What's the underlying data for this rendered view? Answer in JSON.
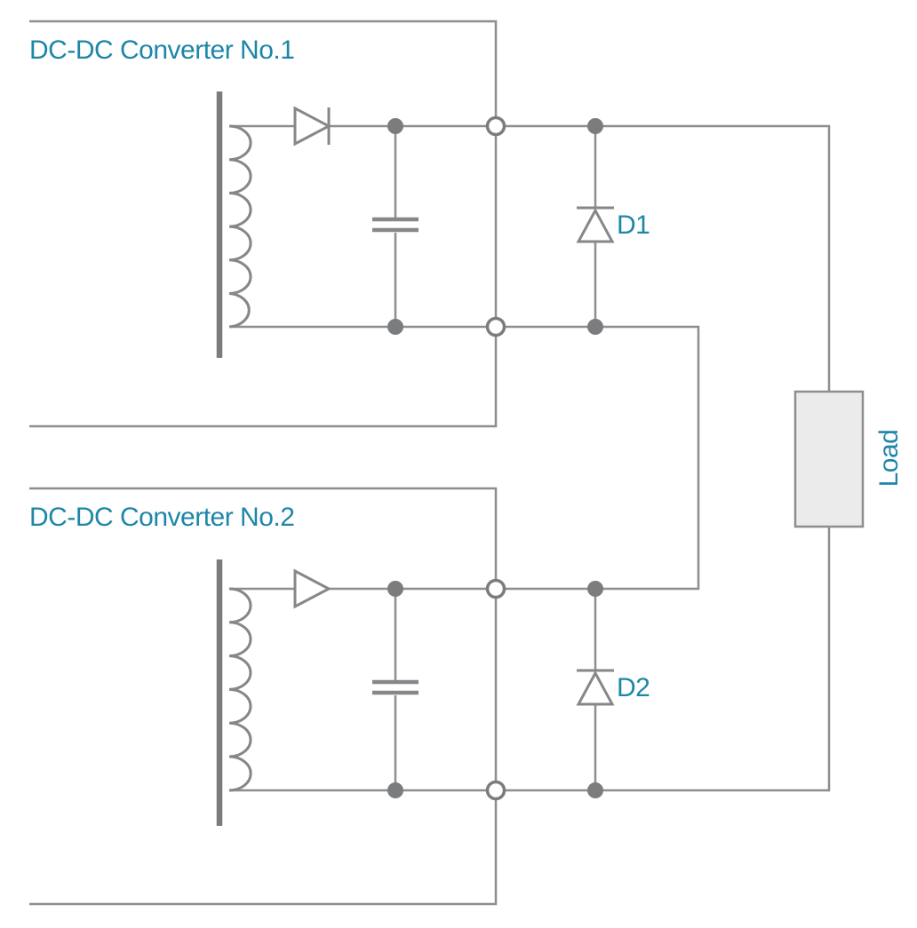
{
  "page": {
    "background": "#ffffff",
    "description_labels_only": "circuit schematic of two DC-DC converters in series feeding a load through bypass diodes"
  },
  "colors": {
    "wire": "#8e8e8e",
    "component": "#85878a",
    "solid": "#7b7c7e",
    "accent": "#1e86a7",
    "load_fill": "#ebebeb",
    "background": "#ffffff"
  },
  "labels": {
    "converter_1": "DC-DC Converter No.1",
    "converter_2": "DC-DC Converter No.2",
    "diode_1": "D1",
    "diode_2": "D2",
    "load": "Load"
  },
  "symbols": {
    "transformer_core": "transformer-core-bar-icon",
    "winding": "secondary-winding-icon",
    "rectifier_diode": "rectifier-diode-icon",
    "filter_capacitor": "filter-capacitor-icon",
    "bypass_diode": "bypass-diode-icon",
    "junction": "junction-dot-icon",
    "terminal": "output-terminal-icon",
    "load_box": "load-box-icon"
  }
}
